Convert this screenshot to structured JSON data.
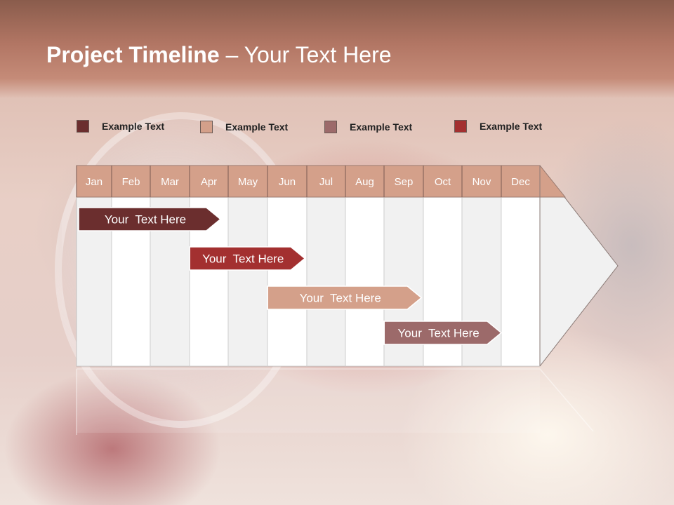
{
  "slide": {
    "title_bold": "Project Timeline",
    "title_rest": " – Your Text Here"
  },
  "legend": [
    {
      "label": "Example Text",
      "color": "#6b2e2e"
    },
    {
      "label": "Example Text",
      "color": "#d4a08a"
    },
    {
      "label": "Example Text",
      "color": "#9c6a6a"
    },
    {
      "label": "Example Text",
      "color": "#a33030"
    }
  ],
  "timeline": {
    "months": [
      "Jan",
      "Feb",
      "Mar",
      "Apr",
      "May",
      "Jun",
      "Jul",
      "Aug",
      "Sep",
      "Oct",
      "Nov",
      "Dec"
    ],
    "header_color": "#d4a08a",
    "bars": [
      {
        "label": "Your  Text Here",
        "start_month": 1.0,
        "end_month": 4.8,
        "color": "#6b2e2e"
      },
      {
        "label": "Your  Text Here",
        "start_month": 3.95,
        "end_month": 6.95,
        "color": "#a33030"
      },
      {
        "label": "Your  Text Here",
        "start_month": 5.95,
        "end_month": 9.95,
        "color": "#d4a08a"
      },
      {
        "label": "Your  Text Here",
        "start_month": 8.95,
        "end_month": 12.0,
        "color": "#9c6a6a"
      }
    ]
  }
}
